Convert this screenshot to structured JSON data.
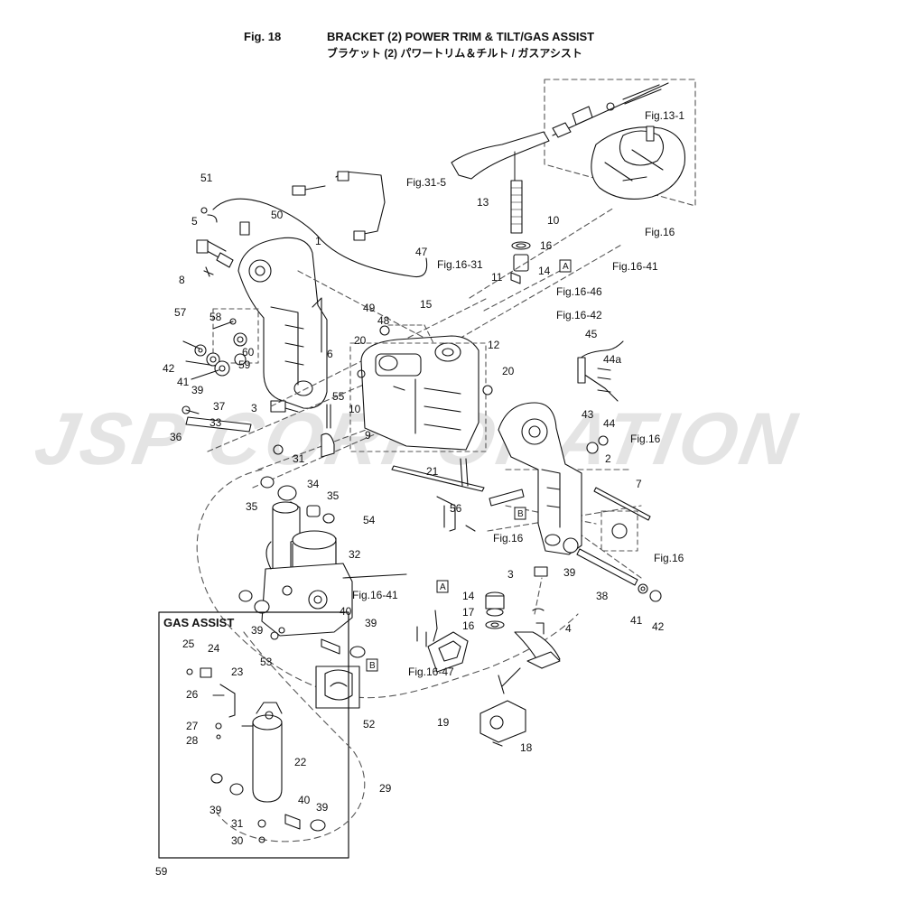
{
  "header": {
    "fig_number": "Fig. 18",
    "title_en": "BRACKET (2) POWER TRIM & TILT/GAS ASSIST",
    "title_jp": "ブラケット (2) パワートリム＆チルト / ガスアシスト"
  },
  "page_number": "59",
  "watermark": "JSP CORPORATION",
  "gas_assist_label": "GAS ASSIST",
  "colors": {
    "line": "#111111",
    "dash": "#555555",
    "watermark": "#cfcfcf"
  },
  "callouts": [
    {
      "id": "c1",
      "text": "1"
    },
    {
      "id": "c2",
      "text": "2"
    },
    {
      "id": "c3a",
      "text": "3"
    },
    {
      "id": "c3b",
      "text": "3"
    },
    {
      "id": "c4",
      "text": "4"
    },
    {
      "id": "c5",
      "text": "5"
    },
    {
      "id": "c6",
      "text": "6"
    },
    {
      "id": "c7",
      "text": "7"
    },
    {
      "id": "c8",
      "text": "8"
    },
    {
      "id": "c9",
      "text": "9"
    },
    {
      "id": "c10a",
      "text": "10"
    },
    {
      "id": "c10b",
      "text": "10"
    },
    {
      "id": "c11",
      "text": "11"
    },
    {
      "id": "c12",
      "text": "12"
    },
    {
      "id": "c13",
      "text": "13"
    },
    {
      "id": "c14a",
      "text": "14"
    },
    {
      "id": "c14b",
      "text": "14"
    },
    {
      "id": "c15",
      "text": "15"
    },
    {
      "id": "c16a",
      "text": "16"
    },
    {
      "id": "c16b",
      "text": "16"
    },
    {
      "id": "c17",
      "text": "17"
    },
    {
      "id": "c18",
      "text": "18"
    },
    {
      "id": "c19",
      "text": "19"
    },
    {
      "id": "c20a",
      "text": "20"
    },
    {
      "id": "c20b",
      "text": "20"
    },
    {
      "id": "c21",
      "text": "21"
    },
    {
      "id": "c22",
      "text": "22"
    },
    {
      "id": "c23",
      "text": "23"
    },
    {
      "id": "c24",
      "text": "24"
    },
    {
      "id": "c25",
      "text": "25"
    },
    {
      "id": "c26",
      "text": "26"
    },
    {
      "id": "c27",
      "text": "27"
    },
    {
      "id": "c28",
      "text": "28"
    },
    {
      "id": "c29",
      "text": "29"
    },
    {
      "id": "c30",
      "text": "30"
    },
    {
      "id": "c31a",
      "text": "31"
    },
    {
      "id": "c31b",
      "text": "31"
    },
    {
      "id": "c32",
      "text": "32"
    },
    {
      "id": "c33",
      "text": "33"
    },
    {
      "id": "c34",
      "text": "34"
    },
    {
      "id": "c35a",
      "text": "35"
    },
    {
      "id": "c35b",
      "text": "35"
    },
    {
      "id": "c36",
      "text": "36"
    },
    {
      "id": "c37",
      "text": "37"
    },
    {
      "id": "c38",
      "text": "38"
    },
    {
      "id": "c39a",
      "text": "39"
    },
    {
      "id": "c39b",
      "text": "39"
    },
    {
      "id": "c39c",
      "text": "39"
    },
    {
      "id": "c39d",
      "text": "39"
    },
    {
      "id": "c39e",
      "text": "39"
    },
    {
      "id": "c39f",
      "text": "39"
    },
    {
      "id": "c40a",
      "text": "40"
    },
    {
      "id": "c40b",
      "text": "40"
    },
    {
      "id": "c41a",
      "text": "41"
    },
    {
      "id": "c41b",
      "text": "41"
    },
    {
      "id": "c42a",
      "text": "42"
    },
    {
      "id": "c42b",
      "text": "42"
    },
    {
      "id": "c43",
      "text": "43"
    },
    {
      "id": "c44",
      "text": "44"
    },
    {
      "id": "c44a",
      "text": "44a"
    },
    {
      "id": "c45",
      "text": "45"
    },
    {
      "id": "c47",
      "text": "47"
    },
    {
      "id": "c48",
      "text": "48"
    },
    {
      "id": "c49",
      "text": "49"
    },
    {
      "id": "c50",
      "text": "50"
    },
    {
      "id": "c51",
      "text": "51"
    },
    {
      "id": "c52",
      "text": "52"
    },
    {
      "id": "c53",
      "text": "53"
    },
    {
      "id": "c54",
      "text": "54"
    },
    {
      "id": "c55",
      "text": "55"
    },
    {
      "id": "c56",
      "text": "56"
    },
    {
      "id": "c57",
      "text": "57"
    },
    {
      "id": "c58",
      "text": "58"
    },
    {
      "id": "c59",
      "text": "59"
    },
    {
      "id": "c60",
      "text": "60"
    }
  ],
  "references": [
    {
      "id": "r13_1",
      "text": "Fig.13-1"
    },
    {
      "id": "r16a",
      "text": "Fig.16"
    },
    {
      "id": "r16b",
      "text": "Fig.16"
    },
    {
      "id": "r16c",
      "text": "Fig.16"
    },
    {
      "id": "r16d",
      "text": "Fig.16"
    },
    {
      "id": "r16_41a",
      "text": "Fig.16-41"
    },
    {
      "id": "r16_41b",
      "text": "Fig.16-41"
    },
    {
      "id": "r16_46",
      "text": "Fig.16-46"
    },
    {
      "id": "r16_42",
      "text": "Fig.16-42"
    },
    {
      "id": "r16_47",
      "text": "Fig.16-47"
    },
    {
      "id": "r16_31",
      "text": "Fig.16-31"
    },
    {
      "id": "r31_5",
      "text": "Fig.31-5"
    }
  ],
  "box_labels": [
    {
      "id": "boxA1",
      "text": "A"
    },
    {
      "id": "boxA2",
      "text": "A"
    },
    {
      "id": "boxB1",
      "text": "B"
    },
    {
      "id": "boxB2",
      "text": "B"
    }
  ]
}
